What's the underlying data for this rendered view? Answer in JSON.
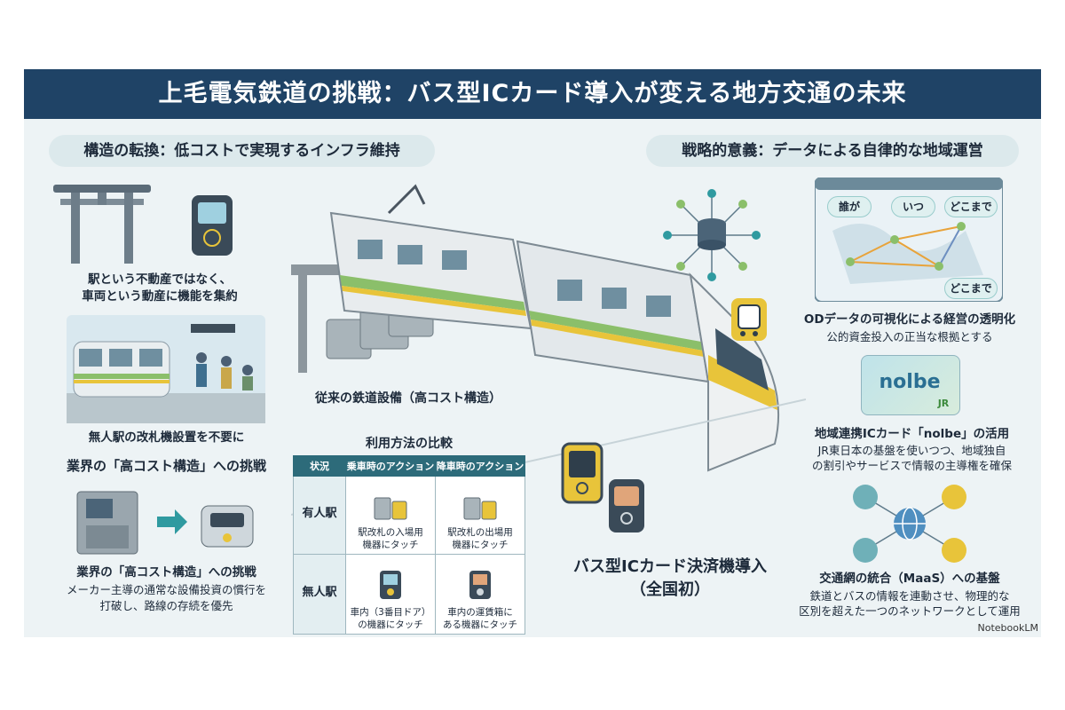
{
  "title": "上毛電気鉄道の挑戦：バス型ICカード導入が変える地方交通の未来",
  "left": {
    "header": "構造の転換：低コストで実現するインフラ維持",
    "item1_caption_line1": "駅という不動産ではなく、",
    "item1_caption_line2": "車両という動産に機能を集約",
    "item2_caption": "無人駅の改札機設置を不要に",
    "item3_heading": "業界の「高コスト構造」への挑戦",
    "item3_caption": "業界の「高コスト構造」への挑戦",
    "item3_sub_line1": "メーカー主導の通常な設備投資の慣行を",
    "item3_sub_line2": "打破し、路線の存続を優先"
  },
  "center": {
    "legacy_label": "従来の鉄道設備（高コスト構造）",
    "table_title": "利用方法の比較",
    "table_headers": [
      "状況",
      "乗車時のアクション",
      "降車時のアクション"
    ],
    "rows": [
      {
        "label": "有人駅",
        "board_line1": "駅改札の入場用",
        "board_line2": "機器にタッチ",
        "alight_line1": "駅改札の出場用",
        "alight_line2": "機器にタッチ"
      },
      {
        "label": "無人駅",
        "board_line1": "車内（3番目ドア）",
        "board_line2": "の機器にタッチ",
        "alight_line1": "車内の運賃箱に",
        "alight_line2": "ある機器にタッチ"
      }
    ],
    "bus_label_line1": "バス型ICカード決済機導入",
    "bus_label_line2": "（全国初）"
  },
  "right": {
    "header": "戦略的意義：データによる自律的な地域運営",
    "map_chips": [
      "誰が",
      "いつ",
      "どこまで",
      "どこまで"
    ],
    "item1_caption": "ODデータの可視化による経営の透明化",
    "item1_sub": "公的資金投入の正当な根拠とする",
    "card_brand": "nolbe",
    "card_jr": "JR",
    "item2_caption": "地域連携ICカード「nolbe」の活用",
    "item2_sub_line1": "JR東日本の基盤を使いつつ、地域独自",
    "item2_sub_line2": "の割引やサービスで情報の主導権を確保",
    "item3_caption": "交通網の統合（MaaS）への基盤",
    "item3_sub_line1": "鉄道とバスの情報を連動させ、物理的な",
    "item3_sub_line2": "区別を超えた一つのネットワークとして運用"
  },
  "footer": {
    "brand": "NotebookLM"
  },
  "colors": {
    "title_bg": "#1f4366",
    "panel_bg": "#edf3f5",
    "pill_bg": "#dce9ec",
    "accent_teal": "#2d6b7a",
    "train_green": "#8bbf6a",
    "train_yellow": "#e8c43a"
  }
}
